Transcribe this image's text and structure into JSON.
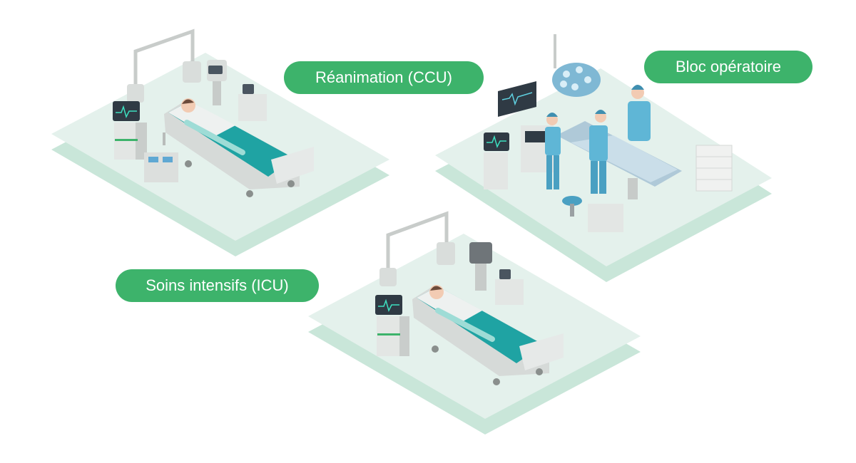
{
  "labels": {
    "ccu": "Réanimation (CCU)",
    "operating_room": "Bloc opératoire",
    "icu": "Soins intensifs (ICU)"
  },
  "colors": {
    "label_bg": "#3DB36B",
    "platform_top": "#E4F1EC",
    "platform_edge": "#C9E6D9",
    "bed_teal": "#1FA3A3",
    "scrubs": "#5FB6D6",
    "equipment": "#D9DDDB",
    "screen_dark": "#2F3A44"
  },
  "rooms": [
    {
      "id": "ccu",
      "icon": "ccu-room-illustration"
    },
    {
      "id": "operating_room",
      "icon": "operating-room-illustration"
    },
    {
      "id": "icu",
      "icon": "icu-room-illustration"
    }
  ]
}
